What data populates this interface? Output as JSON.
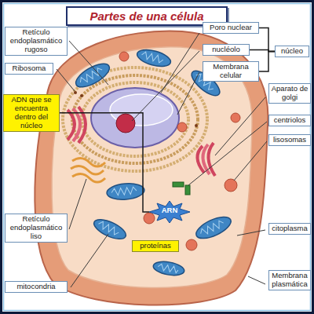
{
  "diagram": {
    "title": "Partes de una célula",
    "nodes": [
      {
        "text": [
          "Retículo endoplasmático rugoso"
        ]
      },
      {
        "text": [
          "Ribosoma"
        ]
      },
      {
        "text": [
          "ADN que se encuentra dentro del núcleo"
        ]
      },
      {
        "text": [
          "Retículo endoplasmático liso"
        ]
      },
      {
        "text": [
          "mitocondria"
        ]
      },
      {
        "text": [
          "ARN"
        ]
      },
      {
        "text": [
          "proteínas"
        ]
      },
      {
        "text": [
          "Poro nuclear"
        ]
      },
      {
        "text": [
          "nucléolo"
        ]
      },
      {
        "text": [
          "Membrana celular"
        ]
      },
      {
        "text": [
          "núcleo"
        ]
      },
      {
        "text": [
          "Aparato de golgi"
        ]
      },
      {
        "text": [
          "centriolos"
        ]
      },
      {
        "text": [
          "lisosomas"
        ]
      },
      {
        "text": [
          "citoplasma"
        ]
      },
      {
        "text": [
          "Membrana plasmática"
        ]
      }
    ],
    "edges": [
      {
        "from": 7,
        "to": 10,
        "arrow": "none"
      },
      {
        "from": 8,
        "to": 10,
        "arrow": "none"
      },
      {
        "from": 9,
        "to": 10,
        "arrow": "none"
      },
      {
        "from": 2,
        "to": 5,
        "arrow": "none"
      }
    ]
  }
}
